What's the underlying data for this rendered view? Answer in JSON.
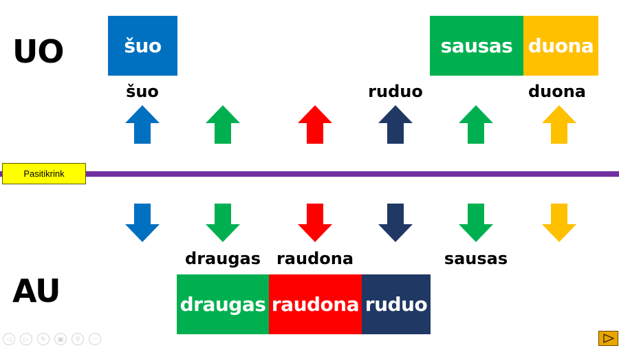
{
  "rows": {
    "uo_label": "UO",
    "au_label": "AU"
  },
  "colors": {
    "blue": "#0070c0",
    "green": "#00b050",
    "red": "#ff0000",
    "navy": "#1f3864",
    "yellow": "#ffc000",
    "divider": "#7030a0",
    "button": "#ffff00"
  },
  "uo_tiles": [
    {
      "text": "šuo",
      "color": "#0070c0"
    },
    {
      "text": "sausas",
      "color": "#00b050"
    },
    {
      "text": "duona",
      "color": "#ffc000"
    }
  ],
  "au_tiles": [
    {
      "text": "draugas",
      "color": "#00b050"
    },
    {
      "text": "raudona",
      "color": "#ff0000"
    },
    {
      "text": "ruduo",
      "color": "#1f3864"
    }
  ],
  "uo_words": [
    "šuo",
    "ruduo",
    "duona"
  ],
  "au_words": [
    "draugas",
    "raudona",
    "sausas"
  ],
  "up_arrows": [
    {
      "icon": "arrow-up-icon",
      "color": "#0070c0"
    },
    {
      "icon": "arrow-up-icon",
      "color": "#00b050"
    },
    {
      "icon": "arrow-up-icon",
      "color": "#ff0000"
    },
    {
      "icon": "arrow-up-icon",
      "color": "#1f3864"
    },
    {
      "icon": "arrow-up-icon",
      "color": "#00b050"
    },
    {
      "icon": "arrow-up-icon",
      "color": "#ffc000"
    }
  ],
  "down_arrows": [
    {
      "icon": "arrow-down-icon",
      "color": "#0070c0"
    },
    {
      "icon": "arrow-down-icon",
      "color": "#00b050"
    },
    {
      "icon": "arrow-down-icon",
      "color": "#ff0000"
    },
    {
      "icon": "arrow-down-icon",
      "color": "#1f3864"
    },
    {
      "icon": "arrow-down-icon",
      "color": "#00b050"
    },
    {
      "icon": "arrow-down-icon",
      "color": "#ffc000"
    }
  ],
  "check_button": {
    "label": "Pasitikrink"
  },
  "presentation_controls": [
    {
      "icon": "previous-icon",
      "glyph": "◁"
    },
    {
      "icon": "next-icon",
      "glyph": "▷"
    },
    {
      "icon": "pen-icon",
      "glyph": "✎"
    },
    {
      "icon": "slides-icon",
      "glyph": "▣"
    },
    {
      "icon": "zoom-icon",
      "glyph": "⚲"
    },
    {
      "icon": "more-icon",
      "glyph": "⋯"
    }
  ],
  "next_slide_button": {
    "icon": "play-icon"
  }
}
